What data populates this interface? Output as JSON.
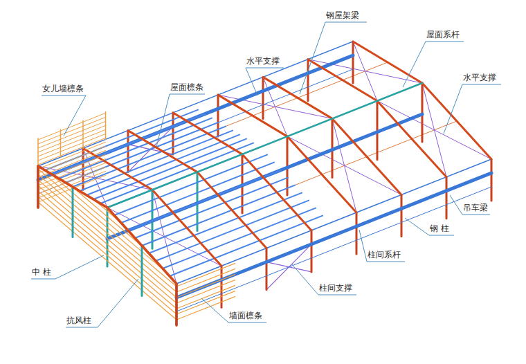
{
  "diagram": {
    "labels": [
      "钢屋架梁",
      "屋面系杆",
      "水平支撑",
      "女儿墙檩条",
      "屋面檩条",
      "水平支撑",
      "吊车梁",
      "钢 柱",
      "柱间系杆",
      "柱间支撑",
      "中 柱",
      "墙面檩条",
      "抗风柱"
    ]
  }
}
